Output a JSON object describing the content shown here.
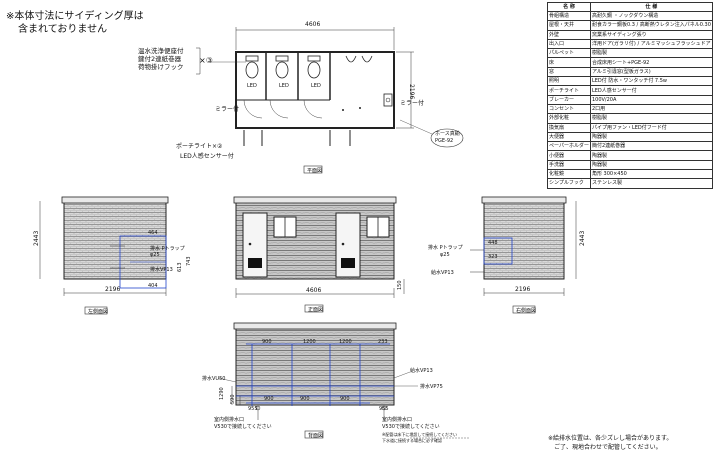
{
  "note_top_left": [
    "※本体寸法にサイディング厚は",
    "含まれておりません"
  ],
  "spec_table": {
    "header": [
      "名 称",
      "仕 様"
    ],
    "rows": [
      [
        "骨組構造",
        "高耐久鋼 ・ノックダウン構造"
      ],
      [
        "屋根・天井",
        "耐食カラー鋼板0.3 / 高断熱ウレタン注入パネル0.30"
      ],
      [
        "外壁",
        "窯業系サイディング張り"
      ],
      [
        "出入口",
        "洋用ドア(ガラリ付) / アルミマッシュフラッシュドア"
      ],
      [
        "パルペット",
        "樹脂製"
      ],
      [
        "床",
        "合成床用シート+PGE-92"
      ],
      [
        "窓",
        "アルミ引違窓(型板ガラス)"
      ],
      [
        "照明",
        "LED付 防水・ワンタッチ付 7.5w"
      ],
      [
        "ポーチライト",
        "LED人感センサー付"
      ],
      [
        "ブレーカー",
        "100V/20A"
      ],
      [
        "コンセント",
        "2口用"
      ],
      [
        "外部化粧",
        "樹脂製"
      ],
      [
        "換気扇",
        "パイプ用ファン・LED付フード付"
      ],
      [
        "大便器",
        "陶器製"
      ],
      [
        "ペーパーホルダー",
        "簡付2連紙巻器"
      ],
      [
        "小便器",
        "陶器製"
      ],
      [
        "手洗器",
        "陶器製"
      ],
      [
        "化粧鏡",
        "角形 300×450"
      ],
      [
        "シンプルフック",
        "ステンレス製"
      ]
    ]
  },
  "plan": {
    "width_dim": "4606",
    "depth_dim": "2196",
    "callout_lines": [
      "温水洗浄便座付",
      "鍵付2連紙巻器",
      "荷物掛けフック"
    ],
    "callout_mult": "×③",
    "mirror_left": "ミラー付",
    "mirror_right": "ミラー付",
    "porch_light": "ポーチライト×②",
    "porch_light_sub": "LED人感センサー付",
    "floor_drain_label": [
      "ホース真鍮",
      "PGE-92"
    ],
    "led_labels": [
      "LED",
      "LED",
      "LED"
    ],
    "caption": "平面図"
  },
  "left_view": {
    "height_dim": "2443",
    "width_dim": "2196",
    "drain_label": "排水 Pトラップ",
    "drain_size": "φ25",
    "vp_label": "排水VP13",
    "dim_464": "464",
    "dim_404": "404",
    "dim_743": "743",
    "dim_613": "613",
    "caption": "左側面図"
  },
  "front_view": {
    "width_dim": "4606",
    "dim_150": "150",
    "caption": "正面図"
  },
  "right_view": {
    "height_dim": "2443",
    "width_dim": "2196",
    "drain_label": "排水 Pトラップ",
    "drain_size": "φ25",
    "vp_label": "給水VP13",
    "dim_448": "448",
    "dim_323": "323",
    "caption": "右側面図"
  },
  "back_view": {
    "dims_top": [
      "900",
      "1200",
      "1200",
      "233"
    ],
    "dims_bottom": [
      "900",
      "900",
      "900"
    ],
    "left_label": "排水VU50",
    "right_label_1": "給水VP13",
    "right_label_2": "排水VP75",
    "dim_1290": "1290",
    "dim_590": "590",
    "dim_955_left": "955",
    "dim_955_right": "955",
    "inlet_left": [
      "室内側排水口",
      "V530で接続してください"
    ],
    "inlet_right": [
      "室内側排水口",
      "V530で接続してください"
    ],
    "inlet_right_note": [
      "※配管は床下に埋設して接続してください",
      "下水道に接続する場合に必ず確認"
    ],
    "caption": "背面図"
  },
  "note_bottom_right": [
    "※給排水位置は、各少ズレし場合があります。",
    "ご了、現地合わせで配管してください。"
  ]
}
